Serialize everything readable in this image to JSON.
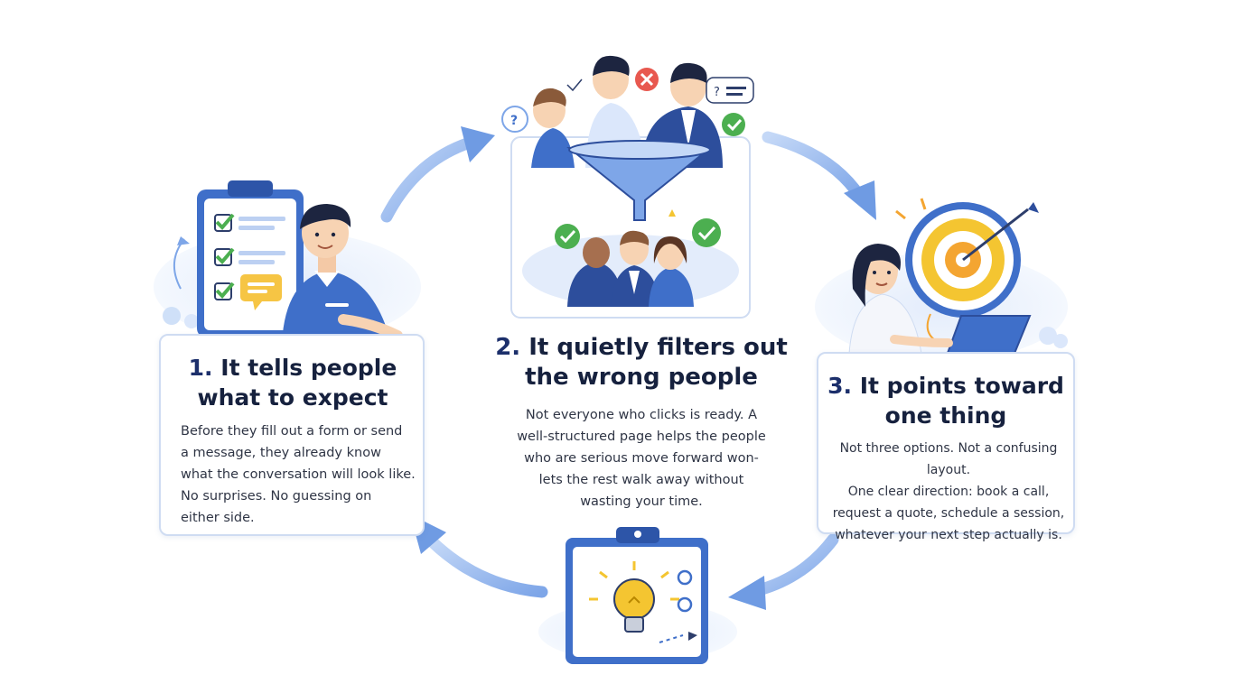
{
  "steps": [
    {
      "number": "1.",
      "title_line1": "It tells people",
      "title_line2": "what to expect",
      "body": [
        "Before they fill out a form or send",
        "a message, they already know",
        "what the conversation will look like.",
        "No surprises. No guessing on",
        "either side."
      ]
    },
    {
      "number": "2.",
      "title_line1": "It quietly filters out",
      "title_line2": "the wrong people",
      "body": [
        "Not everyone who clicks is ready. A",
        "well-structured page helps the people",
        "who are serious move forward won-",
        "lets the rest walk away without",
        "wasting your time."
      ]
    },
    {
      "number": "3.",
      "title_line1": "It points toward",
      "title_line2": "one thing",
      "body": [
        "Not three options. Not a confusing layout.",
        "One clear direction: book a call,",
        "request a quote, schedule a session,",
        "whatever your next step actually is."
      ]
    }
  ],
  "colors": {
    "accent_blue": "#3f6fc9",
    "light_blue": "#dbe7fb",
    "arrow_blue": "#8fb3ee",
    "check_green": "#4caf50",
    "cross_red": "#e8584f",
    "target_yellow": "#f4c531",
    "title_navy": "#16213e"
  },
  "icons": [
    "checklist-clipboard-icon",
    "funnel-icon",
    "target-arrow-icon",
    "lightbulb-clipboard-icon",
    "cycle-arrow-icon"
  ]
}
